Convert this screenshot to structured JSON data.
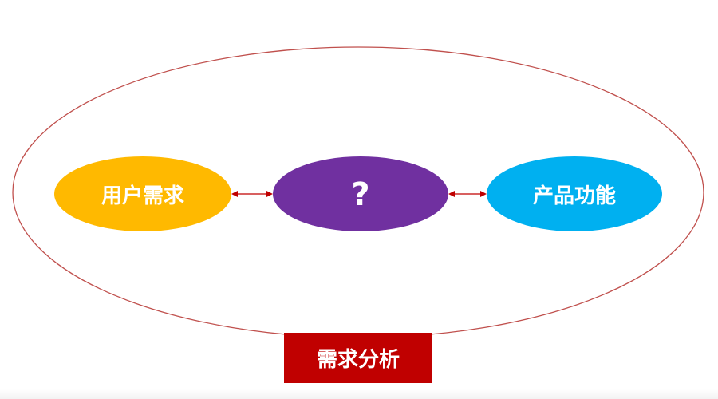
{
  "diagram": {
    "outer_ellipse": {
      "stroke": "#c0504d"
    },
    "nodes": [
      {
        "id": "user-needs",
        "label": "用户需求",
        "color": "#ffb900"
      },
      {
        "id": "unknown",
        "label": "?",
        "color": "#7030a0"
      },
      {
        "id": "product-features",
        "label": "产品功能",
        "color": "#00b0f0"
      }
    ],
    "connectors": [
      {
        "from": "user-needs",
        "to": "unknown",
        "type": "double-arrow",
        "color": "#c00000"
      },
      {
        "from": "unknown",
        "to": "product-features",
        "type": "double-arrow",
        "color": "#c00000"
      }
    ],
    "title": {
      "label": "需求分析",
      "color": "#c00000"
    }
  }
}
